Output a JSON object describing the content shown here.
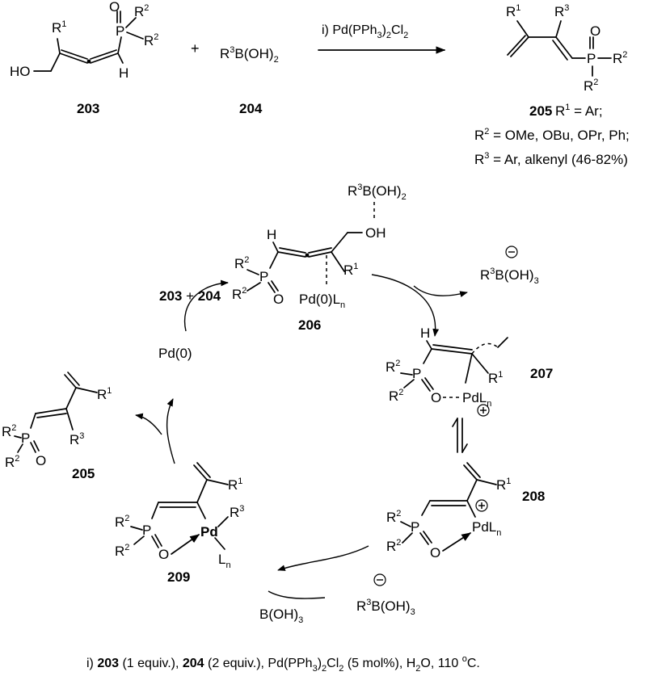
{
  "reaction": {
    "compound_203": "203",
    "compound_204": "204",
    "compound_205": "205",
    "plus": "+",
    "reagent_204": "R3B(OH)2",
    "arrow_condition": "i) Pd(PPh3)2Cl2",
    "product_line1": "R1 = Ar;",
    "product_line2": "R2 = OMe, OBu, OPr, Ph;",
    "product_line3": "R3 = Ar, alkenyl (46-82%)"
  },
  "cycle": {
    "input_label": "203 + 204",
    "catalyst": "Pd(0)",
    "intermediates": [
      "206",
      "207",
      "208",
      "209"
    ],
    "borate": "R3B(OH)3",
    "byproduct": "B(OH)3",
    "boronic_acid": "R3B(OH)2"
  },
  "footnote": "i) 203 (1 equiv.), 204 (2 equiv.), Pd(PPh3)2Cl2 (5 mol%), H2O, 110 oC."
}
